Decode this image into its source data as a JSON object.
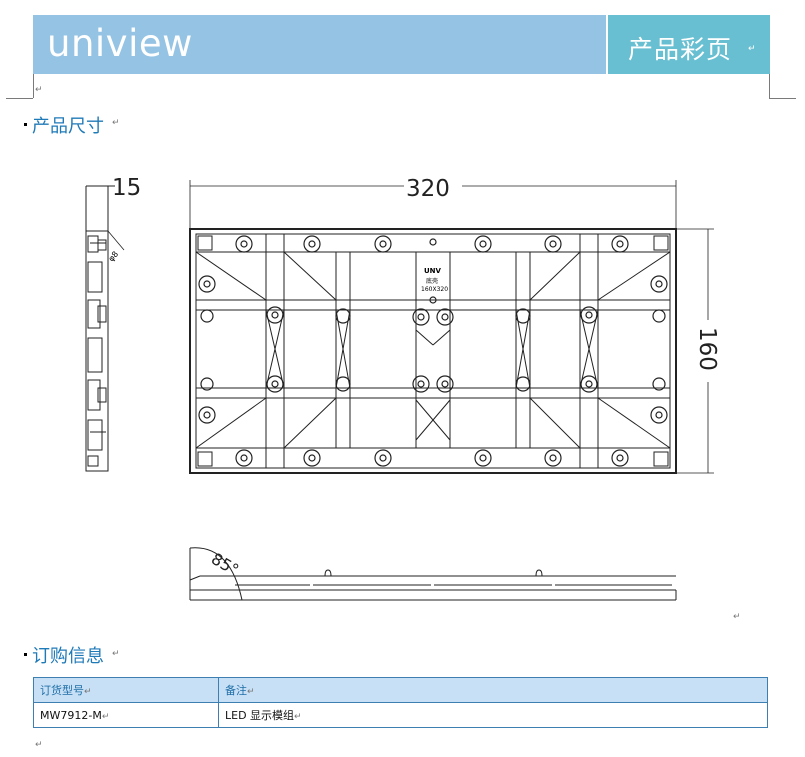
{
  "header": {
    "logo_text": "uniview",
    "title": "产品彩页"
  },
  "section_dimensions": {
    "title": "产品尺寸"
  },
  "drawing": {
    "thickness_label": "15",
    "width_label": "320",
    "height_label": "160",
    "angle_label": "85°",
    "screw_label": "φ8",
    "center_brand": "UNV",
    "center_line1": "底壳",
    "center_line2": "160X320"
  },
  "section_order": {
    "title": "订购信息"
  },
  "order_table": {
    "headers": [
      "订货型号",
      "备注"
    ],
    "rows": [
      [
        "MW7912-M",
        "LED 显示模组"
      ]
    ]
  },
  "colors": {
    "header_left": "#94c3e4",
    "header_right": "#69bfd2",
    "heading_text": "#1f7ab8",
    "table_head_bg": "#c8e0f5",
    "table_border": "#3c7fb0"
  }
}
